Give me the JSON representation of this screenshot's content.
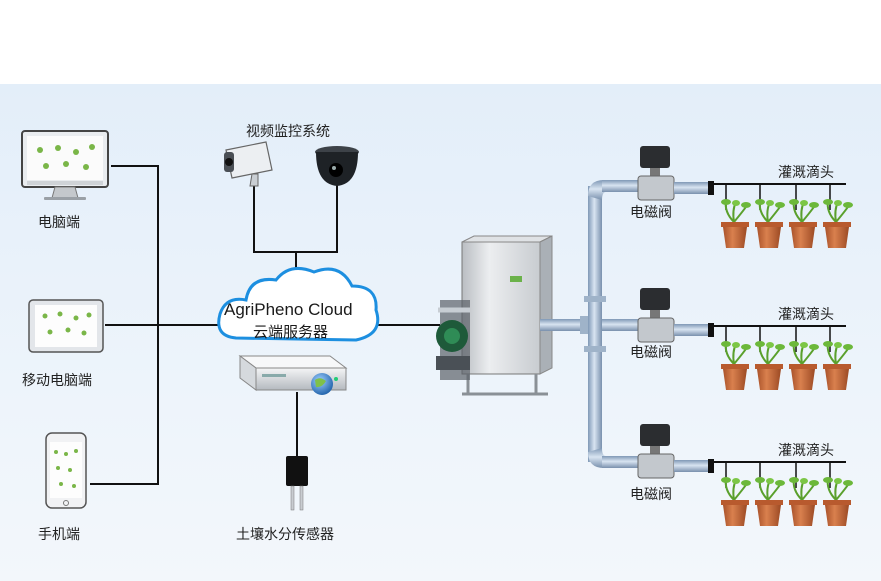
{
  "devices": {
    "pc_label": "电脑端",
    "mobile_pc_label": "移动电脑端",
    "phone_label": "手机端"
  },
  "video": {
    "label": "视频监控系统"
  },
  "cloud": {
    "name_en": "AgriPheno Cloud",
    "name_cn": "云端服务器"
  },
  "sensor": {
    "label": "土壤水分传感器"
  },
  "valves": [
    {
      "label": "电磁阀"
    },
    {
      "label": "电磁阀"
    },
    {
      "label": "电磁阀"
    }
  ],
  "drip": [
    {
      "label": "灌溉滴头"
    },
    {
      "label": "灌溉滴头"
    },
    {
      "label": "灌溉滴头"
    }
  ],
  "colors": {
    "background": "#e8f1fa",
    "line": "#111111",
    "pipe": "#8fa7c2",
    "pot": "#c96a3c",
    "plant": "#5aa02c"
  }
}
